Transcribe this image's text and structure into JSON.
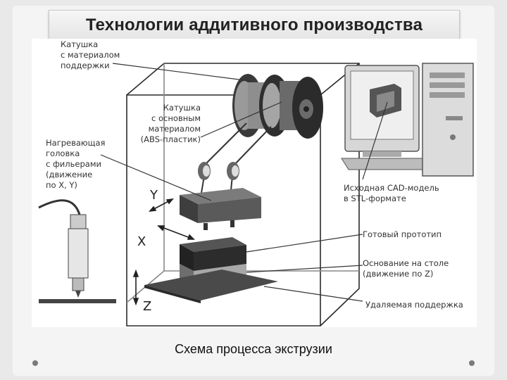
{
  "title": "Технологии аддитивного производства",
  "caption": "Схема процесса экструзии",
  "labels": {
    "support_spool": [
      "Катушка",
      "с материалом",
      "поддержки"
    ],
    "main_spool": [
      "Катушка",
      "с основным",
      "материалом",
      "(ABS-пластик)"
    ],
    "head": [
      "Нагревающая",
      "головка",
      "с фильерами",
      "(движение",
      "по X, Y)"
    ],
    "cad_model": [
      "Исходная CAD-модель",
      "в STL-формате"
    ],
    "prototype": [
      "Готовый прототип"
    ],
    "base": [
      "Основание на столе",
      "(движение по Z)"
    ],
    "support": [
      "Удаляемая поддержка"
    ]
  },
  "axes": {
    "x": "X",
    "y": "Y",
    "z": "Z"
  }
}
